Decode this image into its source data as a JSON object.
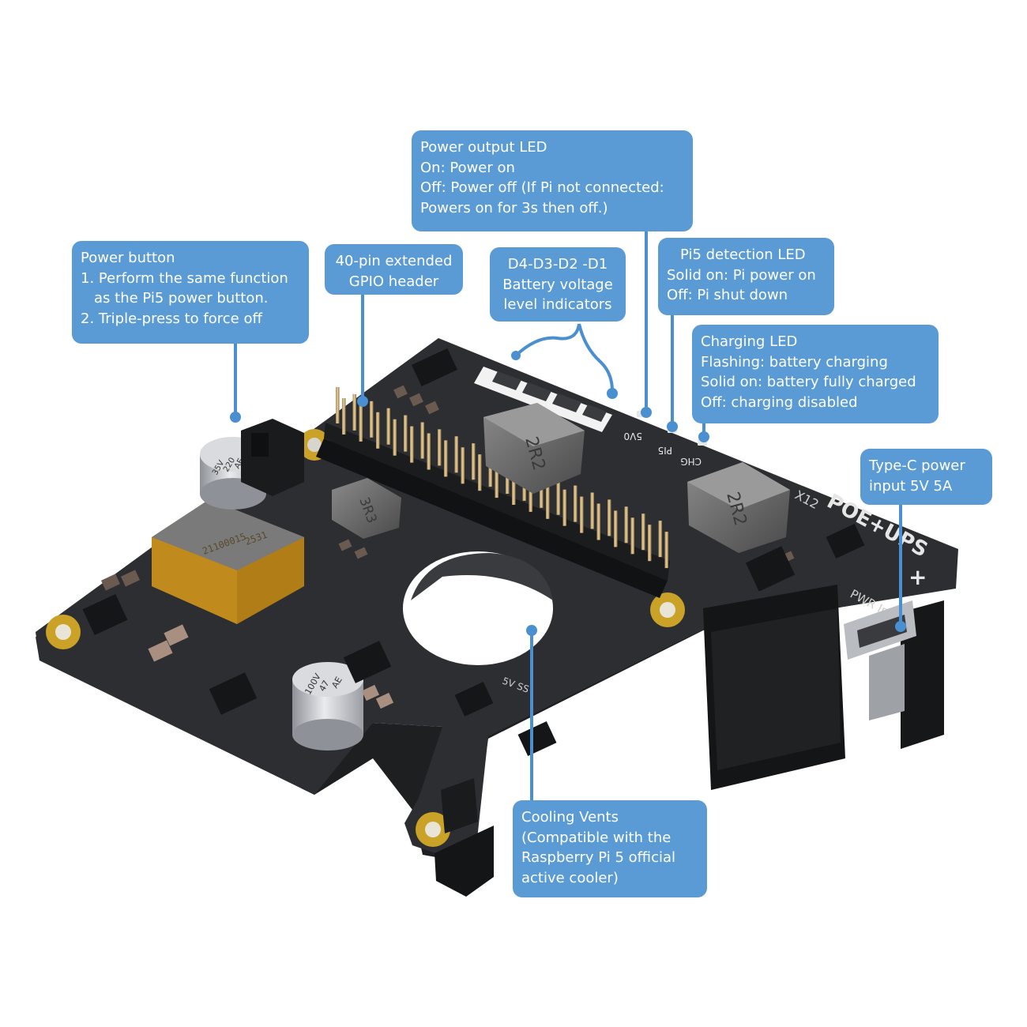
{
  "callouts": {
    "power_output_led": {
      "lines": [
        "Power output LED",
        "On: Power on",
        "Off: Power off (If Pi not connected:",
        "Powers on for 3s then off.)"
      ]
    },
    "power_button": {
      "lines": [
        "Power button",
        "1. Perform the same function",
        "as the Pi5 power button.",
        "2. Triple-press to force off"
      ]
    },
    "gpio_header": {
      "lines": [
        "40-pin extended",
        "GPIO header"
      ]
    },
    "battery_indicators": {
      "lines": [
        "D4-D3-D2 -D1",
        "Battery voltage",
        "level indicators"
      ]
    },
    "pi5_detection_led": {
      "lines": [
        "Pi5 detection LED",
        "Solid on: Pi power on",
        "Off: Pi shut down"
      ]
    },
    "charging_led": {
      "lines": [
        "Charging LED",
        "Flashing: battery charging",
        "Solid on: battery fully charged",
        "Off: charging disabled"
      ]
    },
    "type_c_input": {
      "lines": [
        "Type-C power",
        "input 5V 5A"
      ]
    },
    "cooling_vents": {
      "lines": [
        "Cooling Vents",
        "(Compatible with the",
        "Raspberry Pi 5 official",
        "active cooler)"
      ]
    }
  },
  "board_silkscreen": {
    "product": "POE+UPS",
    "model_prefix": "X12",
    "port_label": "PWR In",
    "led_labels": [
      "5V0",
      "PI5",
      "CHG"
    ],
    "inductor_large_1": "2R2",
    "inductor_large_2": "2R2",
    "inductor_small": "3R3",
    "capacitor_top": [
      "35V",
      "220",
      "AE"
    ],
    "capacitor_bottom": [
      "100V",
      "47",
      "AE"
    ],
    "transformer_text": [
      "21100015",
      "2531"
    ],
    "vent_label": "5V SS"
  },
  "colors": {
    "callout_fill": "#5b9bd5",
    "callout_text": "#ffffff",
    "leader_line": "#4a8fd0",
    "pcb": "#2b2c2e",
    "mount_pad": "#c9a227"
  }
}
